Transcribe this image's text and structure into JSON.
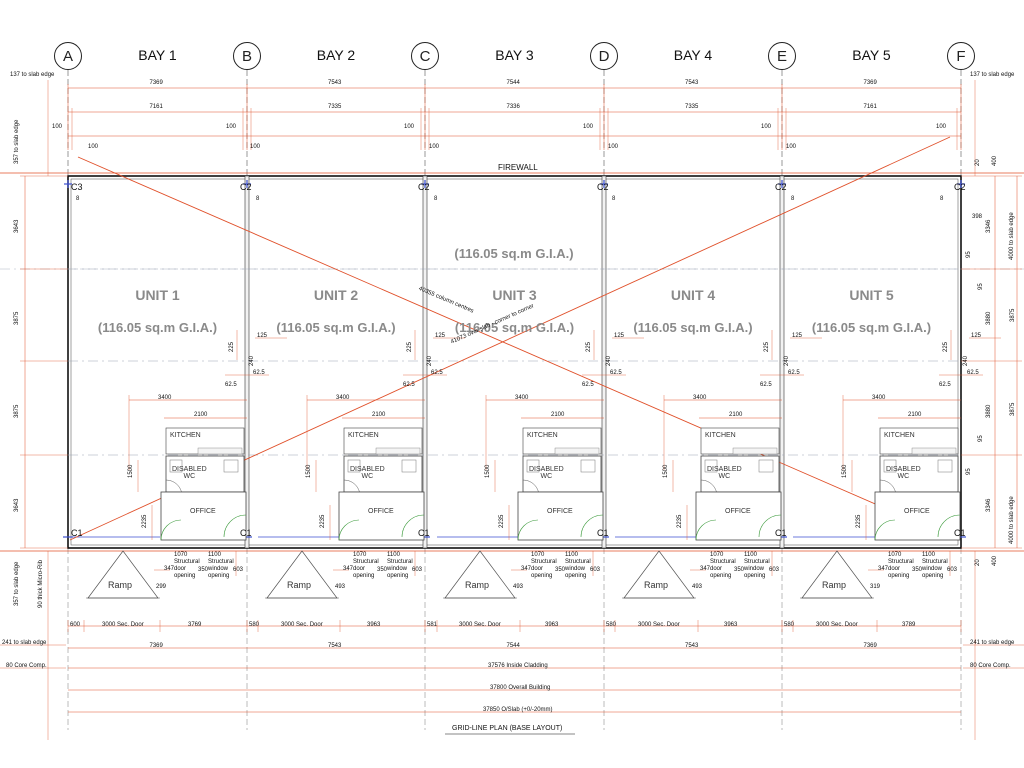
{
  "grid_lines": [
    "A",
    "B",
    "C",
    "D",
    "E",
    "F"
  ],
  "bays": [
    "BAY 1",
    "BAY 2",
    "BAY 3",
    "BAY 4",
    "BAY 5"
  ],
  "units": [
    {
      "name": "UNIT 1",
      "area": "(116.05 sq.m G.I.A.)"
    },
    {
      "name": "UNIT 2",
      "area": "(116.05 sq.m G.I.A.)"
    },
    {
      "name": "UNIT 3",
      "area": "(116.05 sq.m G.I.A.)"
    },
    {
      "name": "UNIT 4",
      "area": "(116.05 sq.m G.I.A.)"
    },
    {
      "name": "UNIT 5",
      "area": "(116.05 sq.m G.I.A.)"
    }
  ],
  "unit3_upper_area": "(116.05 sq.m G.I.A.)",
  "firewall": "FIREWALL",
  "columns_top": [
    "C3",
    "C2",
    "C2",
    "C2",
    "C2",
    "C2"
  ],
  "columns_bottom": [
    "C1",
    "C1",
    "C1",
    "C1",
    "C1",
    "C1"
  ],
  "room_labels": {
    "kitchen": "KITCHEN",
    "wc": "DISABLED\nWC",
    "office": "OFFICE",
    "ramp": "Ramp"
  },
  "dims_top_row1": [
    "7369",
    "7543",
    "7544",
    "7543",
    "7369"
  ],
  "dims_top_row2": [
    "7161",
    "7335",
    "7336",
    "7335",
    "7161"
  ],
  "dims_top_100": "100",
  "dims_bottom_row1": [
    "7369",
    "7543",
    "7544",
    "7543",
    "7369"
  ],
  "sec_door": "3000 Sec. Door",
  "bottom_segments": [
    [
      "600",
      "3000 Sec. Door",
      "3769"
    ],
    [
      "580",
      "3000 Sec. Door",
      "3963"
    ],
    [
      "581",
      "3000 Sec. Door",
      "3963"
    ],
    [
      "580",
      "3000 Sec. Door",
      "3963"
    ],
    [
      "580",
      "3000 Sec. Door",
      "3789"
    ]
  ],
  "left_notes": {
    "slab_top": "137 to slab edge",
    "slab_side_top": "357 to slab edge",
    "slab_side_bottom": "357 to slab edge",
    "micro": "90 thick Micro-Rib",
    "slab_241": "241 to slab edge",
    "core": "80 Core Comp."
  },
  "right_notes": {
    "slab_top": "137 to slab edge",
    "slab_241": "241 to slab edge",
    "core": "80 Core Comp.",
    "slab_4000_top": "4000 to slab edge",
    "slab_4000_bottom": "4000 to slab edge"
  },
  "left_vert_dims": [
    "3643",
    "3875",
    "3875",
    "3643"
  ],
  "right_vert_dims": [
    "3346",
    "3880",
    "3880",
    "3346"
  ],
  "right_outer_dims": [
    "3875",
    "3875"
  ],
  "right_small": [
    "20",
    "400",
    "398",
    "95",
    "95",
    "95",
    "95",
    "20",
    "400"
  ],
  "inner_dims": {
    "d125": "125",
    "d225": "225",
    "d240": "240",
    "d62": "62.5",
    "d3400": "3400",
    "d2100": "2100",
    "d1500": "1500",
    "d2235": "2235",
    "d8": "8"
  },
  "bottom_opening": {
    "door": "1070\nStructural\ndoor\nopening",
    "window": "1100\nStructural\nwindow\nopening",
    "d350": "350",
    "d603": "603",
    "d347": "347"
  },
  "ramp_side_dims": [
    "299",
    "493",
    "493",
    "493",
    "319"
  ],
  "diag_labels": {
    "d1": "40355 column centres",
    "d2": "41073 over slab - corner to corner"
  },
  "overall": {
    "inside": "37576 Inside Cladding",
    "building": "37800 Overall Building",
    "slab": "37850 O/Slab (+0/-20mm)"
  },
  "drawing_title": "GRID-LINE PLAN (BASE LAYOUT)",
  "colors": {
    "dim": "#e0502a",
    "wall": "#111111",
    "grid": "#9aa3b5",
    "blue": "#3c4fd0",
    "green": "#3a9a3a",
    "label": "#8a8a8a"
  }
}
